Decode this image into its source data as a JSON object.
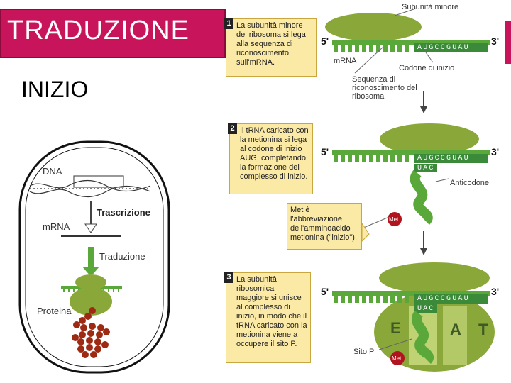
{
  "header": {
    "title": "TRADUZIONE",
    "subtitle": "INIZIO"
  },
  "overview": {
    "dna": "DNA",
    "transcription": "Trascrizione",
    "mrna": "mRNA",
    "translation": "Traduzione",
    "protein": "Proteina"
  },
  "step1": {
    "number": "1",
    "text": "La subunità minore del ribosoma si lega alla sequenza di riconoscimento sull'mRNA.",
    "small_subunit": "Subunità minore",
    "five_prime": "5'",
    "three_prime": "3'",
    "mrna": "mRNA",
    "codons": "AUGCCGUAU",
    "start_codon": "Codone di inizio",
    "recognition_sequence": "Sequenza di riconoscimento del ribosoma"
  },
  "step2": {
    "number": "2",
    "text": "Il tRNA caricato con la metionina si lega al codone di inizio AUG, completando la formazione del complesso di inizio.",
    "five_prime": "5'",
    "three_prime": "3'",
    "codons": "AUGCCGUAU",
    "anticodon": "UAC",
    "anticodon_label": "Anticodone",
    "met": "Met",
    "met_note": "Met è l'abbreviazione dell'amminoacido metionina (\"inizio\")."
  },
  "step3": {
    "number": "3",
    "text": "La subunità ribosomica maggiore si unisce al complesso di inizio, in modo che il tRNA caricato con la metionina viene a occupere il sito P.",
    "five_prime": "5'",
    "three_prime": "3'",
    "codons": "AUGCCGUAU",
    "anticodon": "UAC",
    "site_e": "E",
    "site_a": "A",
    "site_t": "T",
    "site_p": "Sito P",
    "met": "Met"
  },
  "colors": {
    "title_bg": "#c8145a",
    "ribosome": "#8aa83a",
    "mrna": "#5aa83a",
    "codon_bg": "#3b8a3a",
    "callout_bg": "#fbe9a6",
    "met": "#b0141e",
    "protein": "#9e2a14"
  }
}
